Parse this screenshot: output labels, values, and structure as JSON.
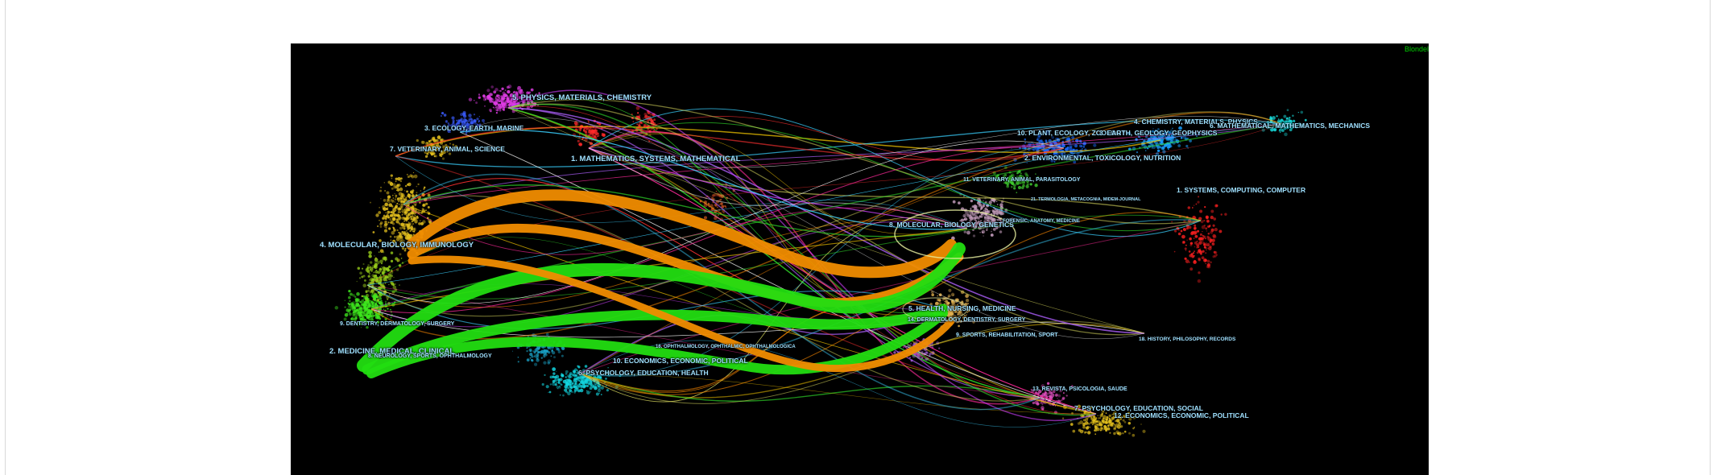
{
  "brand": "Blondel",
  "colors": {
    "background": "#000000",
    "label": "#9fe0ff",
    "orange_flow": "#f08c00",
    "green_flow": "#22dd11",
    "brand": "#00d000"
  },
  "left_labels": [
    {
      "text": "5. PHYSICS, MATERIALS, CHEMISTRY"
    },
    {
      "text": "3. ECOLOGY, EARTH, MARINE"
    },
    {
      "text": "7. VETERINARY, ANIMAL, SCIENCE"
    },
    {
      "text": "1. MATHEMATICS, SYSTEMS, MATHEMATICAL"
    },
    {
      "text": "4. MOLECULAR, BIOLOGY, IMMUNOLOGY"
    },
    {
      "text": "9. DENTISTRY, DERMATOLOGY, SURGERY"
    },
    {
      "text": "2. MEDICINE, MEDICAL, CLINICAL"
    },
    {
      "text": "8. NEUROLOGY, SPORTS, OPHTHALMOLOGY"
    },
    {
      "text": "10. ECONOMICS, ECONOMIC, POLITICAL"
    },
    {
      "text": "6. PSYCHOLOGY, EDUCATION, HEALTH"
    },
    {
      "text": "16. OPHTHALMOLOGY, OPHTHALMIC, OPHTHALMOLOGICA"
    }
  ],
  "right_labels": [
    {
      "text": "4. CHEMISTRY, MATERIALS, PHYSICS"
    },
    {
      "text": "10. PLANT, ECOLOGY, ZOOLOGY"
    },
    {
      "text": "3. EARTH, GEOLOGY, GEOPHYSICS"
    },
    {
      "text": "6. MATHEMATICAL, MATHEMATICS, MECHANICS"
    },
    {
      "text": "2. ENVIRONMENTAL, TOXICOLOGY, NUTRITION"
    },
    {
      "text": "11. VETERINARY, ANIMAL, PARASITOLOGY"
    },
    {
      "text": "21. TERMOLOGIA, METACOGNIA, MIDEM-JOURNAL"
    },
    {
      "text": "1. SYSTEMS, COMPUTING, COMPUTER"
    },
    {
      "text": "8. MOLECULAR, BIOLOGY, GENETICS"
    },
    {
      "text": "FORENSIC, ANATOMY, MEDICINE"
    },
    {
      "text": "5. HEALTH, NURSING, MEDICINE"
    },
    {
      "text": "14. DERMATOLOGY, DENTISTRY, SURGERY"
    },
    {
      "text": "9. SPORTS, REHABILITATION, SPORT"
    },
    {
      "text": "18. HISTORY, PHILOSOPHY, RECORDS"
    },
    {
      "text": "13. REVISTA, PSICOLOGIA, SAUDE"
    },
    {
      "text": "7. PSYCHOLOGY, EDUCATION, SOCIAL"
    },
    {
      "text": "12. ECONOMICS, ECONOMIC, POLITICAL"
    }
  ]
}
